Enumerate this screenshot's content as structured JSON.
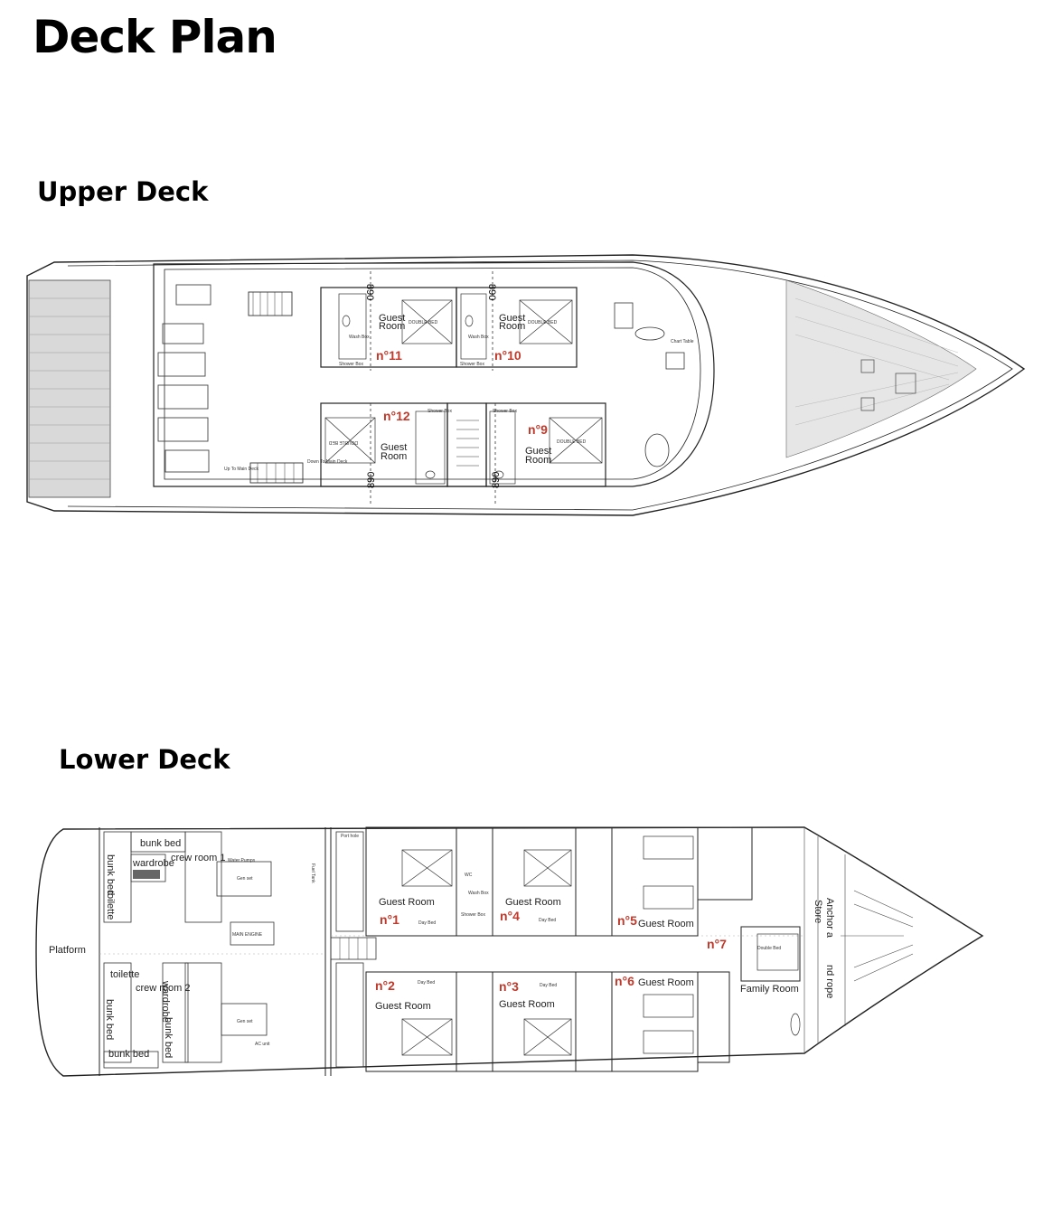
{
  "page": {
    "title": "Deck Plan"
  },
  "upper_deck": {
    "heading": "Upper Deck",
    "frame_labels": [
      "890",
      "890",
      "890",
      "890"
    ],
    "rooms": [
      {
        "number": "n°11",
        "label_line1": "Guest",
        "label_line2": "Room",
        "bed": "DOUBLE BED"
      },
      {
        "number": "n°10",
        "label_line1": "Guest",
        "label_line2": "Room",
        "bed": "DOUBLE BED"
      },
      {
        "number": "n°12",
        "label_line1": "Guest",
        "label_line2": "Room",
        "bed": "DOUBLE BED"
      },
      {
        "number": "n°9",
        "label_line1": "Guest",
        "label_line2": "Room",
        "bed": "DOUBLE BED"
      }
    ],
    "small_labels": {
      "wash_box_a": "Wash Box",
      "shower_box_a": "Shower Box",
      "wash_box_b": "Wash Box",
      "shower_box_b": "Shower Box",
      "shower_box_c": "Shower Box",
      "shower_box_d": "Shower Box",
      "chart_table": "Chart Table",
      "up_to_main_deck": "Up To Main Deck",
      "down_to_main_deck": "Down To Main Deck"
    }
  },
  "lower_deck": {
    "heading": "Lower Deck",
    "platform": "Platform",
    "crew": {
      "bunk_bed_top": "bunk bed",
      "wardrobe_top": "wardrobe",
      "crew_room_1": "crew room 1",
      "bunk_bed_left_top": "bunk bed",
      "toilette_top": "toilette",
      "toilette_bottom": "toilette",
      "crew_room_2": "crew room 2",
      "wardrobe_bottom": "wardrobe",
      "bunk_bed_left_bottom": "bunk bed",
      "bunk_bed_mid_bottom": "bunk bed",
      "bunk_bed_bottom": "bunk bed"
    },
    "engine": {
      "main_engine": "MAIN ENGINE",
      "water_pumps": "Water Pumps",
      "gen_set_top": "Gen set",
      "gen_set_bottom": "Gen set",
      "ac_unit": "AC unit",
      "fuel_tank": "Fuel Tank"
    },
    "rooms": [
      {
        "number": "n°1",
        "label": "Guest Room",
        "bed": "Day Bed"
      },
      {
        "number": "n°4",
        "label": "Guest Room",
        "bed": "Day Bed"
      },
      {
        "number": "n°5",
        "label": "Guest Room",
        "bed": ""
      },
      {
        "number": "n°7",
        "label": "Family Room",
        "bed": "Double Bed"
      },
      {
        "number": "n°2",
        "label": "Guest Room",
        "bed": "Day Bed"
      },
      {
        "number": "n°3",
        "label": "Guest Room",
        "bed": "Day Bed"
      },
      {
        "number": "n°6",
        "label": "Guest Room",
        "bed": ""
      }
    ],
    "bow_store_line1": "Store",
    "bow_store_line2": "Anchor a",
    "bow_rope": "nd rope",
    "port_hole": "Port hole",
    "wc": "WC",
    "wash_box": "Wash Box",
    "shower_box": "Shower Box",
    "double_bed": "Double Bed"
  }
}
